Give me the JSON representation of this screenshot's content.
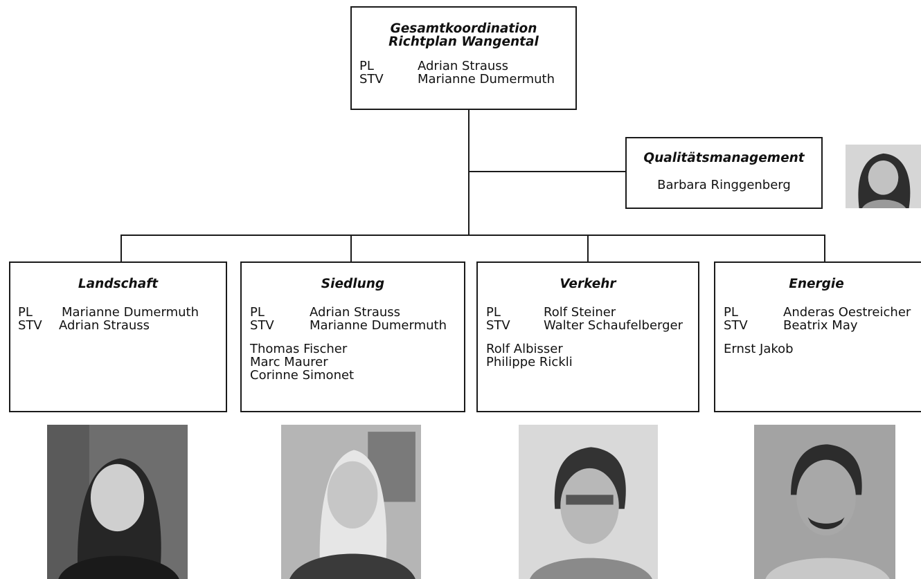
{
  "top": {
    "title_line1": "Gesamtkoordination",
    "title_line2": "Richtplan Wangental",
    "rows": [
      {
        "role": "PL",
        "name": "Adrian Strauss"
      },
      {
        "role": "STV",
        "name": "Marianne Dumermuth"
      }
    ]
  },
  "qm": {
    "title": "Qualitätsmanagement",
    "name": "Barbara Ringgenberg"
  },
  "units": [
    {
      "title": "Landschaft",
      "rows": [
        {
          "role": "PL",
          "name": "Marianne Dumermuth"
        },
        {
          "role": "STV",
          "name": "Adrian Strauss"
        }
      ],
      "members": []
    },
    {
      "title": "Siedlung",
      "rows": [
        {
          "role": "PL",
          "name": "Adrian Strauss"
        },
        {
          "role": "STV",
          "name": "Marianne Dumermuth"
        }
      ],
      "members": [
        "Thomas Fischer",
        "Marc Maurer",
        "Corinne Simonet"
      ]
    },
    {
      "title": "Verkehr",
      "rows": [
        {
          "role": "PL",
          "name": "Rolf Steiner"
        },
        {
          "role": "STV",
          "name": "Walter Schaufelberger"
        }
      ],
      "members": [
        "Rolf Albisser",
        "Philippe Rickli"
      ]
    },
    {
      "title": "Energie",
      "rows": [
        {
          "role": "PL",
          "name": "Anderas Oestreicher"
        },
        {
          "role": "STV",
          "name": "Beatrix May"
        }
      ],
      "members": [
        "Ernst Jakob"
      ]
    }
  ]
}
